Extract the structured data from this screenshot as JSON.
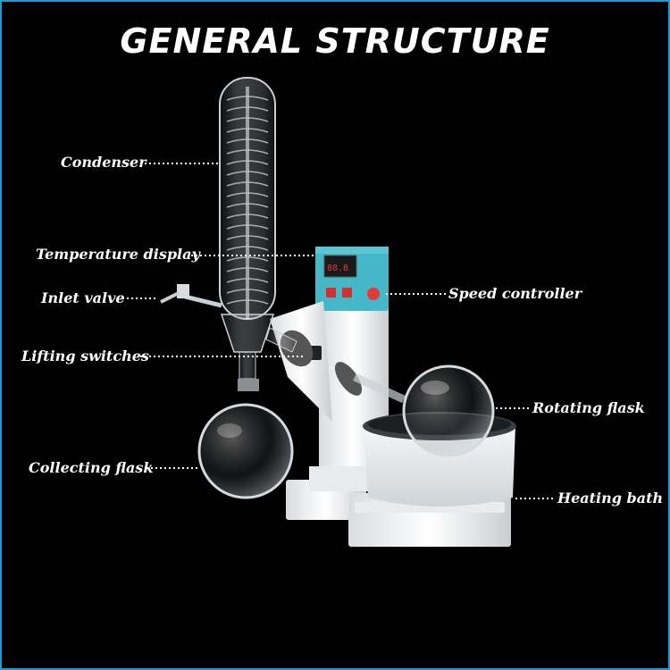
{
  "title": "GENERAL STRUCTURE",
  "labels": {
    "condenser": "Condenser",
    "temperature_display": "Temperature display",
    "inlet_valve": "Inlet valve",
    "lifting_switches": "Lifting switches",
    "collecting_flask": "Collecting flask",
    "speed_controller": "Speed controller",
    "rotating_flask": "Rotating flask",
    "heating_bath": "Heating bath"
  },
  "colors": {
    "border": "#1d9ad6",
    "background": "#000000",
    "control_box": "#45b7c7",
    "leader_dots": "#ffffff"
  }
}
